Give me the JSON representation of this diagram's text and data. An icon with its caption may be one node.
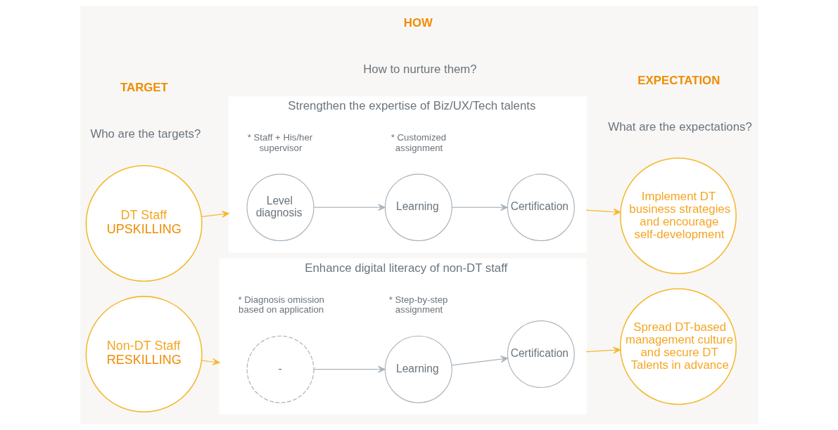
{
  "diagram": {
    "nodes": [
      {
        "text": [
          "DT Staff",
          "UPSKILLING"
        ]
      },
      {
        "text": [
          "Strengthen the expertise of Biz/UX/Tech talents"
        ]
      },
      {
        "text": [
          "Level diagnosis"
        ],
        "in": 1,
        "beside": [
          "* Staff + His/her supervisor"
        ]
      },
      {
        "text": [
          "Learning"
        ],
        "in": 1,
        "beside": [
          "* Customized assignment"
        ]
      },
      {
        "text": [
          "Certification"
        ],
        "in": 1
      },
      {
        "text": [
          "Implement DT business strategies and encourage self-development"
        ]
      },
      {
        "text": [
          "Non-DT Staff",
          "RESKILLING"
        ]
      },
      {
        "text": [
          "Enhance digital literacy of non-DT staff"
        ]
      },
      {
        "text": [
          "-"
        ],
        "in": 7,
        "beside": [
          "* Diagnosis omission based on application"
        ]
      },
      {
        "text": [
          "Learning"
        ],
        "in": 7,
        "beside": [
          "* Step-by-step assignment"
        ]
      },
      {
        "text": [
          "Certification"
        ],
        "in": 7
      },
      {
        "text": [
          "Spread DT-based management culture and secure DT Talents in advance"
        ]
      }
    ],
    "edges": [
      {
        "from": 0,
        "to": 1,
        "arrow": "to"
      },
      {
        "from": 2,
        "to": 3,
        "arrow": "to",
        "color": "#aab4bc"
      },
      {
        "from": 3,
        "to": 4,
        "arrow": "to",
        "color": "#aab4bc"
      },
      {
        "from": 1,
        "to": 5,
        "arrow": "to"
      },
      {
        "from": 6,
        "to": 7,
        "arrow": "to"
      },
      {
        "from": 8,
        "to": 9,
        "arrow": "to",
        "color": "#aab4bc"
      },
      {
        "from": 9,
        "to": 10,
        "arrow": "to",
        "color": "#aab4bc"
      },
      {
        "from": 7,
        "to": 11,
        "arrow": "to"
      }
    ],
    "labels": [
      "TARGET",
      "HOW",
      "EXPECTATION",
      "Who are the targets?",
      "How to nurture them?",
      "What are the expectations?"
    ]
  }
}
